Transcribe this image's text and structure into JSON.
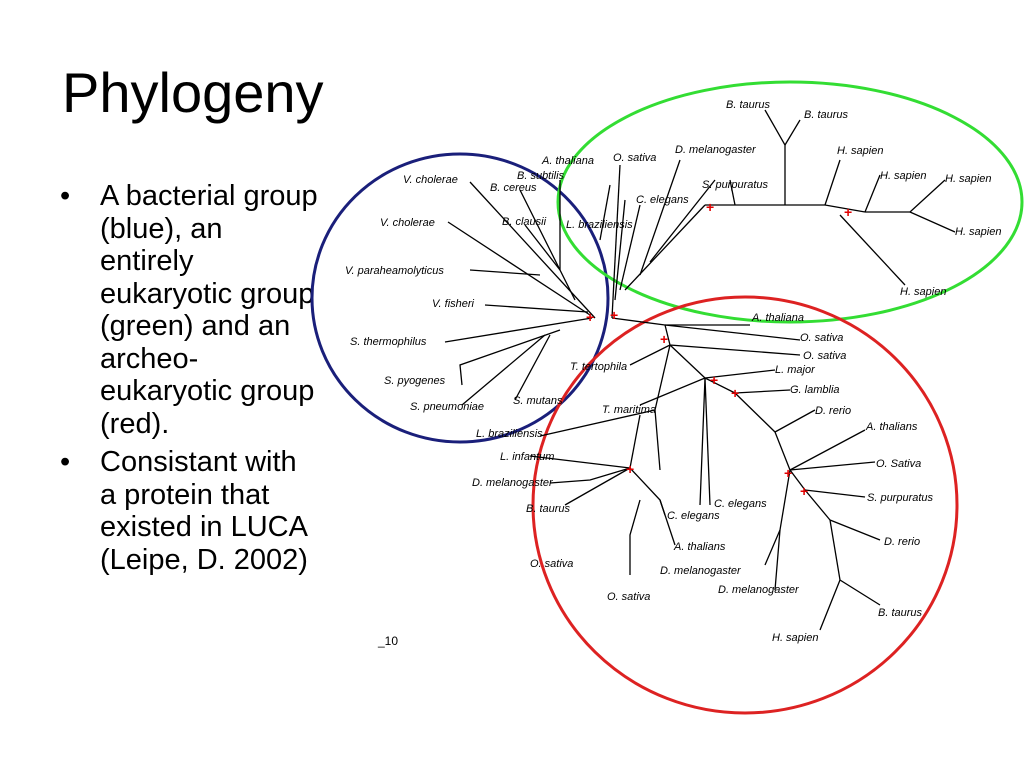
{
  "slide": {
    "title": "Phylogeny",
    "bullets": [
      "A bacterial group (blue), an entirely eukaryotic group (green) and an archeo-eukaryotic group (red).",
      "Consistant with a protein that existed in LUCA (Leipe, D. 2002)"
    ],
    "bullet_glyph": "•"
  },
  "tree": {
    "scale_label": "_10",
    "colors": {
      "bacterial": "#1a1f7a",
      "eukaryotic": "#33dd33",
      "archeo_eukaryotic": "#dd2222",
      "node_mark": "#e00000"
    },
    "taxa": [
      "V. cholerae",
      "V. cholerae",
      "V. paraheamolyticus",
      "V. fisheri",
      "S. thermophilus",
      "S. pyogenes",
      "S. pneumoniae",
      "S. mutans",
      "B. cereus",
      "B. subtilis",
      "B. clausii",
      "A. thaliana",
      "O. sativa",
      "D. melanogaster",
      "C. elegans",
      "S. purpuratus",
      "L. braziliensis",
      "B. taurus",
      "B. taurus",
      "H. sapien",
      "H. sapien",
      "H. sapien",
      "H. sapien",
      "H. sapien",
      "A. thaliana",
      "O. sativa",
      "O. sativa",
      "T. tertophila",
      "L. major",
      "G. lamblia",
      "T. maritima",
      "D. rerio",
      "L. braziliensis",
      "L. infantum",
      "A. thalians",
      "O. Sativa",
      "D. melanogaster",
      "C. elegans",
      "B. taurus",
      "C. elegans",
      "S. purpuratus",
      "A. thalians",
      "D. rerio",
      "O. sativa",
      "D. melanogaster",
      "D. melanogaster",
      "B. taurus",
      "O. sativa",
      "H. sapien"
    ]
  }
}
